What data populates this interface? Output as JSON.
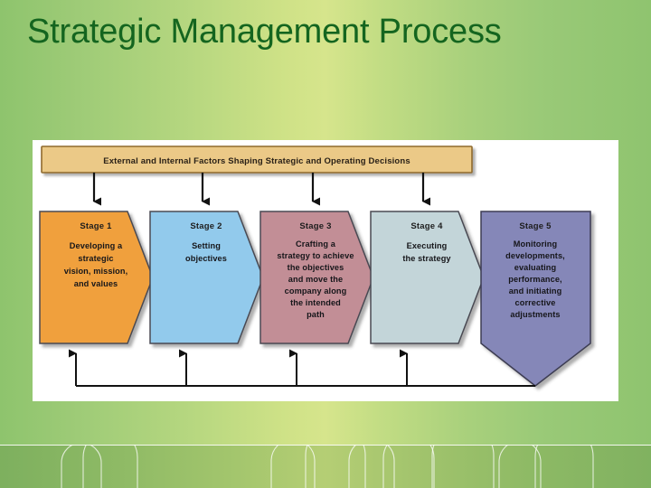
{
  "slide": {
    "title": "Strategic Management Process",
    "title_color": "#14651f",
    "background_colors": {
      "gradient_left": "#8ec46d",
      "gradient_center": "#d6e58c",
      "gradient_right": "#8fc46f",
      "bottom_band": "#8cb863"
    }
  },
  "diagram": {
    "panel_background": "#ffffff",
    "banner": {
      "text": "External and Internal Factors Shaping Strategic and Operating Decisions",
      "fill": "#ebc987",
      "stroke": "#9a7434"
    },
    "stages": [
      {
        "label": "Stage 1",
        "body": [
          "Developing a",
          "strategic",
          "vision, mission,",
          "and values"
        ],
        "fill": "#f0a03c",
        "stroke": "#4a4a52",
        "shape": "chevron-right"
      },
      {
        "label": "Stage 2",
        "body": [
          "Setting",
          "objectives"
        ],
        "fill": "#92caec",
        "stroke": "#4a4a52",
        "shape": "chevron-right"
      },
      {
        "label": "Stage 3",
        "body": [
          "Crafting a",
          "strategy to achieve",
          "the objectives",
          "and move the",
          "company along",
          "the intended",
          "path"
        ],
        "fill": "#c28e96",
        "stroke": "#4a4a52",
        "shape": "chevron-right"
      },
      {
        "label": "Stage 4",
        "body": [
          "Executing",
          "the strategy"
        ],
        "fill": "#c3d5d9",
        "stroke": "#4a4a52",
        "shape": "chevron-right"
      },
      {
        "label": "Stage 5",
        "body": [
          "Monitoring",
          "developments,",
          "evaluating",
          "performance,",
          "and initiating",
          "corrective",
          "adjustments"
        ],
        "fill": "#8587b8",
        "stroke": "#3d3d52",
        "shape": "pentagon-down"
      }
    ],
    "connectors": {
      "down_arrow_count": 4,
      "feedback_arrow_count": 4,
      "line_color": "#1a1a1a"
    }
  }
}
